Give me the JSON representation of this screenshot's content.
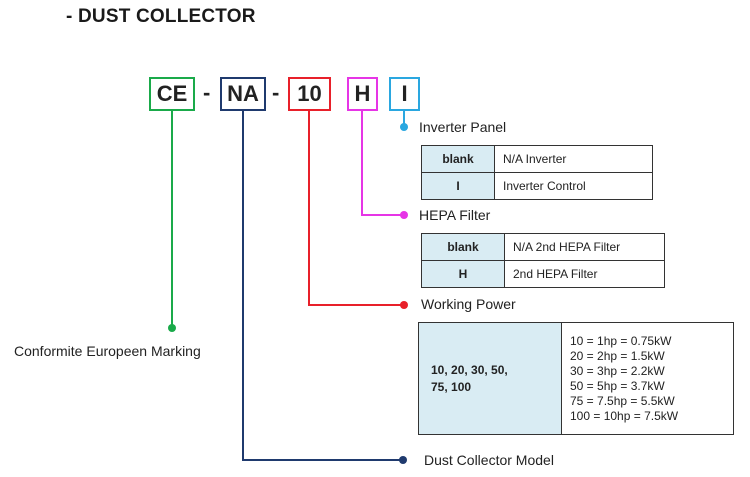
{
  "title": "- DUST COLLECTOR",
  "code_parts": {
    "ce": "CE",
    "na": "NA",
    "power": "10",
    "hepa": "H",
    "inverter": "I",
    "separator": "-"
  },
  "colors": {
    "ce": "#1aaa4a",
    "na": "#1f3a6e",
    "power": "#e8202a",
    "hepa": "#e635e6",
    "inverter": "#2aa7e0",
    "code_cell_bg": "#d9ecf3"
  },
  "labels": {
    "inverter_panel": "Inverter Panel",
    "hepa_filter": "HEPA Filter",
    "working_power": "Working Power",
    "ce_marking": "Conformite Europeen Marking",
    "model": "Dust Collector Model"
  },
  "inverter_table": [
    {
      "code": "blank",
      "desc": "N/A Inverter"
    },
    {
      "code": "I",
      "desc": "Inverter Control"
    }
  ],
  "hepa_table": [
    {
      "code": "blank",
      "desc": "N/A 2nd HEPA Filter"
    },
    {
      "code": "H",
      "desc": "2nd HEPA Filter"
    }
  ],
  "power_table": {
    "codes_line1": "10, 20, 30, 50,",
    "codes_line2": "75, 100",
    "values": [
      "10 = 1hp = 0.75kW",
      "20 = 2hp = 1.5kW",
      "30 = 3hp = 2.2kW",
      "50 = 5hp = 3.7kW",
      "75 = 7.5hp = 5.5kW",
      "100 = 10hp = 7.5kW"
    ]
  }
}
